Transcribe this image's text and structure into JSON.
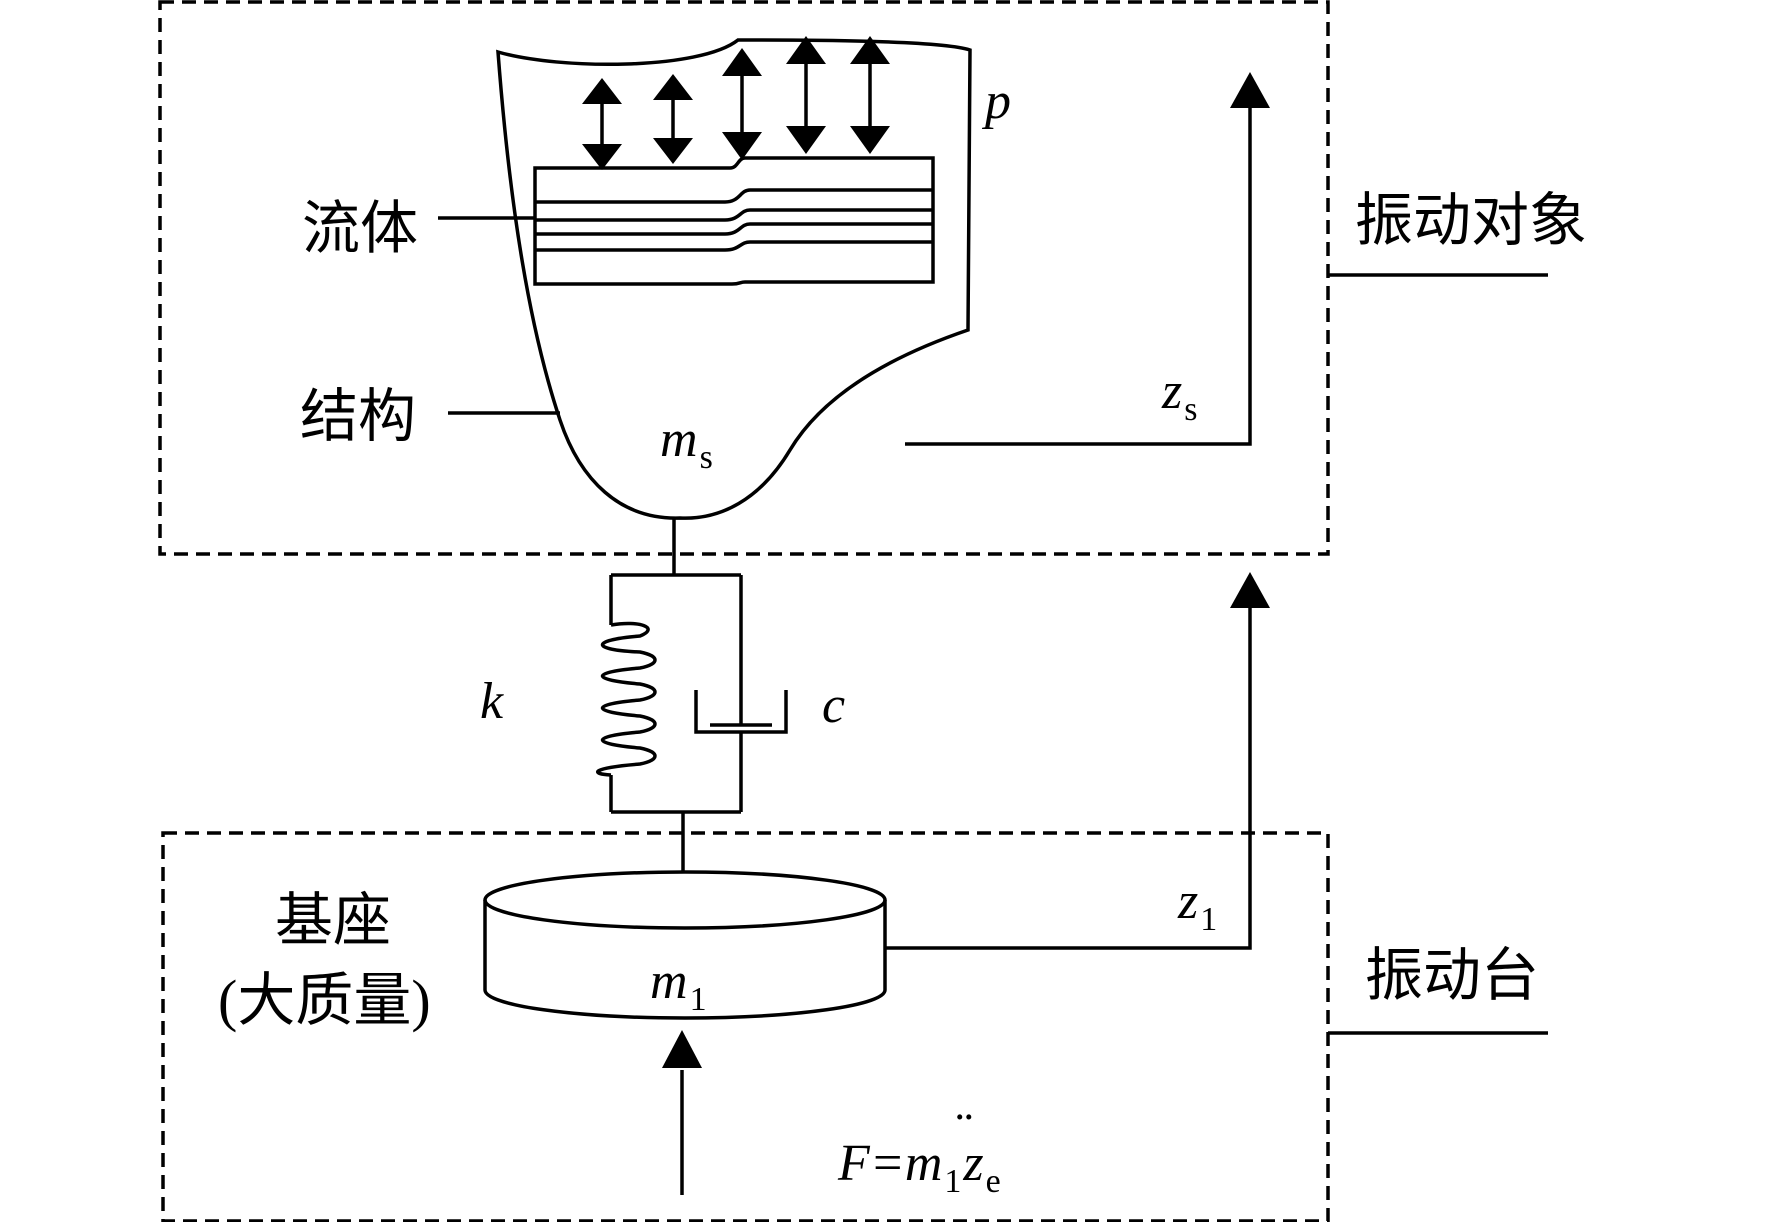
{
  "labels": {
    "fluid": "流体",
    "structure": "结构",
    "vibration_object": "振动对象",
    "vibration_table": "振动台",
    "base_line1": "基座",
    "base_line2": "(大质量)"
  },
  "symbols": {
    "pressure": "p",
    "structure_mass": "m",
    "structure_mass_sub": "s",
    "structure_disp": "z",
    "structure_disp_sub": "s",
    "stiffness": "k",
    "damping": "c",
    "base_mass": "m",
    "base_mass_sub": "1",
    "base_disp": "z",
    "base_disp_sub": "1",
    "force_lhs": "F=m",
    "force_sub1": "1",
    "force_z": "z",
    "force_dots": "¨",
    "force_sub2": "e"
  }
}
